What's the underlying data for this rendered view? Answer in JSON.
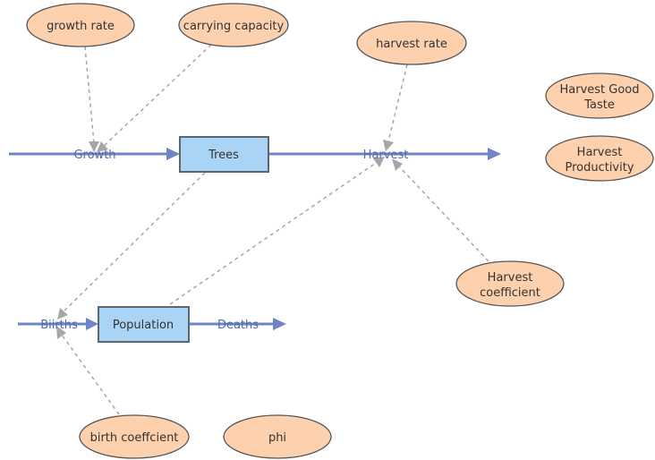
{
  "stocks": {
    "trees": "Trees",
    "population": "Population"
  },
  "flows": {
    "growth": "Growth",
    "harvest": "Harvest",
    "births": "Biirths",
    "deaths": "Deaths"
  },
  "variables": {
    "growth_rate": "growth rate",
    "carrying_capacity": "carrying capacity",
    "harvest_rate": "harvest rate",
    "harvest_good_taste": [
      "Harvest Good",
      "Taste"
    ],
    "harvest_productivity": [
      "Harvest",
      "Productivity"
    ],
    "harvest_coefficient": [
      "Harvest",
      "coefficient"
    ],
    "birth_coefficient": "birth coeffcient",
    "phi": "phi"
  },
  "colors": {
    "stock_fill": "#a9d4f5",
    "variable_fill": "#fdd0ae",
    "flow": "#6f86c6",
    "link": "#a6a6a6"
  }
}
